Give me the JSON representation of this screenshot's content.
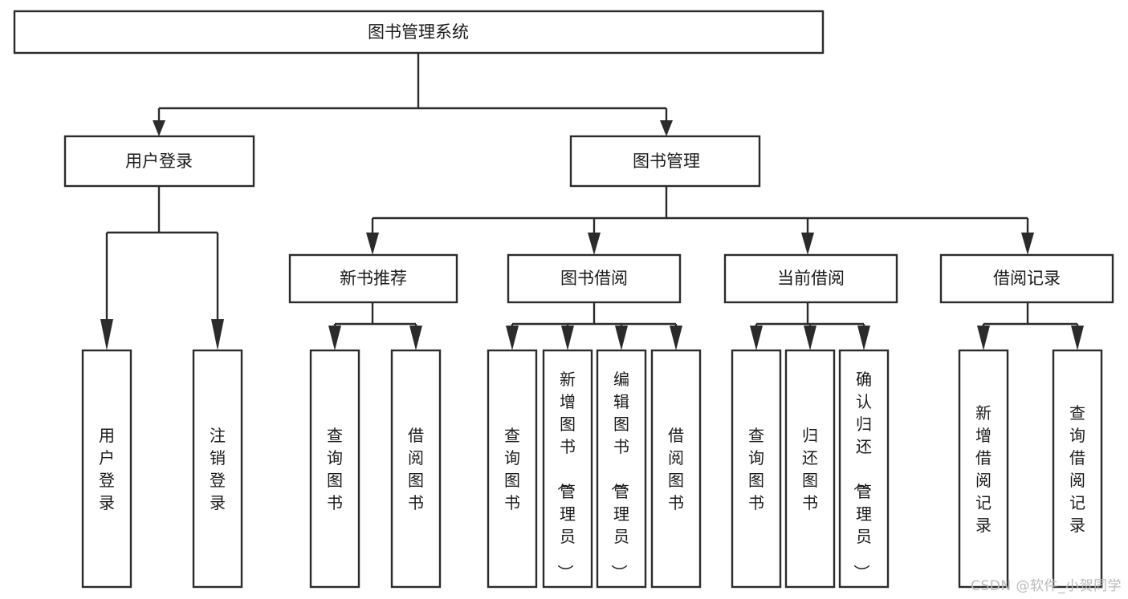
{
  "diagram": {
    "type": "tree-hierarchy",
    "title": "图书管理系统",
    "watermark": "CSDN @软件_小贺同学",
    "colors": {
      "box_stroke": "#2b2b2b",
      "box_fill": "#ffffff",
      "text": "#1a1a1a",
      "background": "#ffffff",
      "watermark": "#b9b9b9"
    },
    "levels": {
      "root": {
        "label": "图书管理系统",
        "orientation": "horizontal"
      },
      "level2": [
        {
          "label": "用户登录",
          "orientation": "horizontal"
        },
        {
          "label": "图书管理",
          "orientation": "horizontal"
        }
      ],
      "level3": [
        {
          "label": "新书推荐",
          "orientation": "horizontal",
          "parent": "图书管理"
        },
        {
          "label": "图书借阅",
          "orientation": "horizontal",
          "parent": "图书管理"
        },
        {
          "label": "当前借阅",
          "orientation": "horizontal",
          "parent": "图书管理"
        },
        {
          "label": "借阅记录",
          "orientation": "horizontal",
          "parent": "图书管理"
        }
      ],
      "leaves": [
        {
          "label": "用户登录",
          "orientation": "vertical",
          "parent": "用户登录"
        },
        {
          "label": "注销登录",
          "orientation": "vertical",
          "parent": "用户登录"
        },
        {
          "label": "查询图书",
          "orientation": "vertical",
          "parent": "新书推荐"
        },
        {
          "label": "借阅图书",
          "orientation": "vertical",
          "parent": "新书推荐"
        },
        {
          "label": "查询图书",
          "orientation": "vertical",
          "parent": "图书借阅"
        },
        {
          "label": "新增图书（管理员）",
          "orientation": "vertical",
          "parent": "图书借阅"
        },
        {
          "label": "编辑图书（管理员）",
          "orientation": "vertical",
          "parent": "图书借阅"
        },
        {
          "label": "借阅图书",
          "orientation": "vertical",
          "parent": "图书借阅"
        },
        {
          "label": "查询图书",
          "orientation": "vertical",
          "parent": "当前借阅"
        },
        {
          "label": "归还图书",
          "orientation": "vertical",
          "parent": "当前借阅"
        },
        {
          "label": "确认归还（管理员）",
          "orientation": "vertical",
          "parent": "当前借阅"
        },
        {
          "label": "新增借阅记录",
          "orientation": "vertical",
          "parent": "借阅记录"
        },
        {
          "label": "查询借阅记录",
          "orientation": "vertical",
          "parent": "借阅记录"
        }
      ]
    }
  }
}
